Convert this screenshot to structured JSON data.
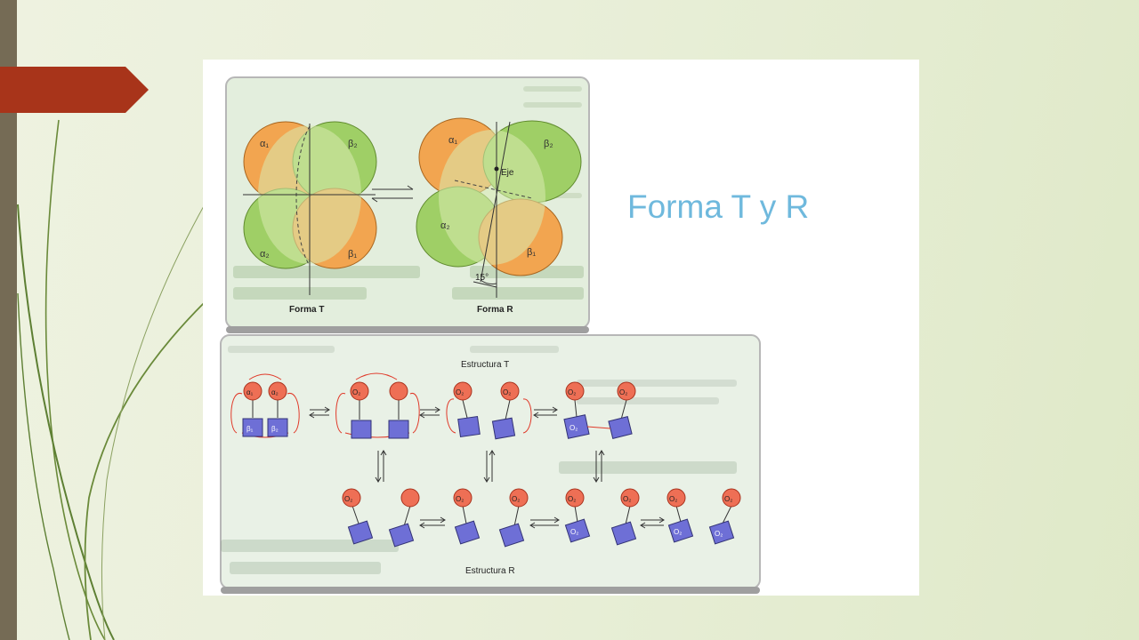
{
  "slide": {
    "title": "Forma T y R",
    "colors": {
      "accent_red": "#a8341a",
      "title_blue": "#6fb9dd",
      "sidebar": "#756b55",
      "alpha_orange": "#f2a550",
      "beta_green": "#9fcf66",
      "heme_red": "#ee6f55",
      "subunit_blue": "#6e6fd6"
    }
  },
  "panel_top": {
    "forma_t": {
      "label": "Forma T",
      "alpha1": "α₁",
      "beta2": "β₂",
      "alpha2": "α₂",
      "beta1": "β₁"
    },
    "forma_r": {
      "label": "Forma R",
      "alpha1": "α₁",
      "beta2": "β₂",
      "alpha2": "α₂",
      "beta1": "β₁",
      "axis_label": "Eje",
      "angle_label": "15°"
    }
  },
  "panel_bottom": {
    "t_label": "Estructura T",
    "r_label": "Estructura R",
    "t_first": {
      "alpha1": "α₁",
      "alpha2": "α₂",
      "beta1": "β₁",
      "beta2": "β₂"
    },
    "o2": "O₂"
  }
}
